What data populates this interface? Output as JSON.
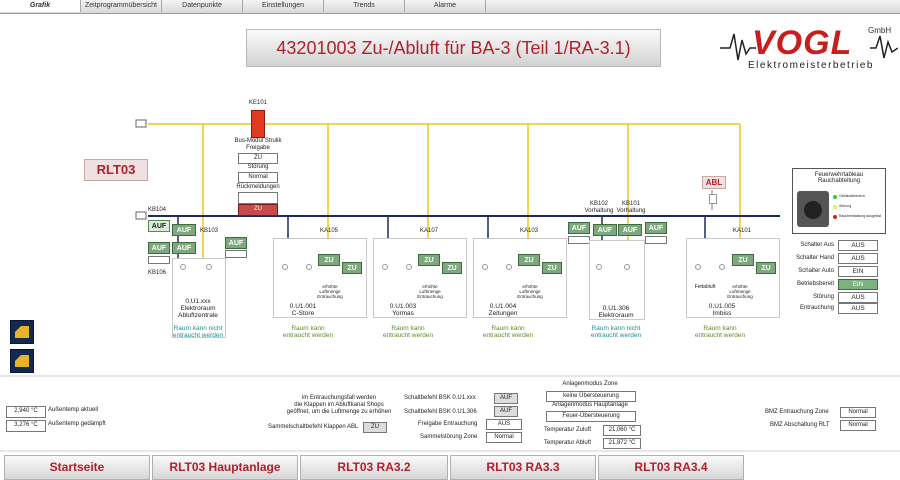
{
  "tabs": [
    "Grafik",
    "Zeitprogrammübersicht",
    "Datenpunkte",
    "Einstellungen",
    "Trends",
    "Alarme"
  ],
  "title": "43201003 Zu-/Abluft für BA-3 (Teil 1/RA-3.1)",
  "logo": {
    "name": "VOGL",
    "gmbh": "GmbH",
    "sub": "Elektromeisterbetrieb"
  },
  "rlt_label": "RLT03",
  "bus_module": {
    "id": "KE101",
    "label1": "Bus-Modul Strulik",
    "label2": "Freigabe",
    "zu": "ZU",
    "stoerung_label": "Störung",
    "stoerung_value": "Normal",
    "rueck_label": "Rückmeldungen",
    "rueck_value": "ZU"
  },
  "abl_badge": "ABL",
  "fire_panel": {
    "title1": "Feuerwehrtableau",
    "title2": "Rauchabteitung",
    "legend": [
      "Gebäudebereich",
      "Störung",
      "Rauchentlastung ausgelöst"
    ]
  },
  "status": [
    {
      "label": "Schalter Aus",
      "value": "AUS"
    },
    {
      "label": "Schalter Hand",
      "value": "AUS"
    },
    {
      "label": "Schalter Auto",
      "value": "EIN"
    },
    {
      "label": "Betriebsbereit",
      "value": "EIN"
    },
    {
      "label": "Störung",
      "value": "AUS"
    },
    {
      "label": "Entrauchung",
      "value": "AUS"
    }
  ],
  "units": [
    {
      "kb": [
        "KB104",
        "KB103",
        "KB106"
      ],
      "btns": [
        "AUF",
        "AUF",
        "AUF",
        "AUF",
        "AUF"
      ],
      "name": [
        "0.U1.xxx",
        "Elektroraum",
        "Abluftzentrale"
      ],
      "smoke": [
        "Raum kann nicht",
        "entraucht werden"
      ],
      "smoke_color": "teal"
    },
    {
      "kb": [
        "KA105"
      ],
      "btns": [
        "ZU",
        "ZU"
      ],
      "note": [
        "erhöhte",
        "Luftmenge",
        "Entrauchung"
      ],
      "name": [
        "0.U1.001",
        "C-Store"
      ],
      "smoke": [
        "Raum kann",
        "entraucht werden"
      ],
      "smoke_color": "green"
    },
    {
      "kb": [
        "KA107"
      ],
      "btns": [
        "ZU",
        "ZU"
      ],
      "note": [
        "erhöhte",
        "Luftmenge",
        "Entrauchung"
      ],
      "name": [
        "0.U1.003",
        "Yormas"
      ],
      "smoke": [
        "Raum kann",
        "entraucht werden"
      ],
      "smoke_color": "green"
    },
    {
      "kb": [
        "KA103"
      ],
      "btns": [
        "ZU",
        "ZU"
      ],
      "note": [
        "erhöhte",
        "Luftmenge",
        "Entrauchung"
      ],
      "name": [
        "0.U1.004",
        "Zeitungen"
      ],
      "smoke": [
        "Raum kann",
        "entraucht werden"
      ],
      "smoke_color": "green"
    },
    {
      "kb": [
        "KB102",
        "KB101"
      ],
      "kb_sub": [
        "Vorhaltung",
        "Vorhaltung"
      ],
      "btns": [
        "AUF",
        "AUF",
        "AUF",
        "AUF"
      ],
      "name": [
        "0.U1.306",
        "Elektroraum"
      ],
      "smoke": [
        "Raum kann nicht",
        "entraucht werden"
      ],
      "smoke_color": "teal"
    },
    {
      "kb": [
        "KA101"
      ],
      "btns": [
        "ZU",
        "ZU"
      ],
      "note": [
        "erhöhte",
        "Luftmenge",
        "Entrauchung"
      ],
      "fettabluft": "Fettabluft",
      "name": [
        "0.U1.005",
        "Imbiss"
      ],
      "smoke": [
        "Raum kann",
        "entraucht werden"
      ],
      "smoke_color": "green"
    }
  ],
  "bottom": {
    "aussentemp_value": "2,940 °C",
    "aussentemp_label": "Außentemp aktuell",
    "aussentemp_ged_value": "3,276 °C",
    "aussentemp_ged_label": "Außentemp gedämpft",
    "hint": [
      "im Entrauchungsfall werden",
      "die Klappen im Abluftkanal Shops",
      "geöffnet, um die Luftmenge zu erhöhen"
    ],
    "sammel_label": "Sammelschaltbefehl Klappen ABL",
    "sammel_value": "ZU",
    "schalt1_label": "Schaltbefehl BSK 0.U1.xxx",
    "schalt1_value": "AUF",
    "schalt2_label": "Schaltbefehl BSK 0.U1.306",
    "schalt2_value": "AUF",
    "freigabe_label": "Freigabe Entrauchung",
    "freigabe_value": "AUS",
    "sammelstoer_label": "Sammelstörung Zone",
    "sammelstoer_value": "Normal",
    "anlagenmodus_zone_label": "Anlagenmodus Zone",
    "anlagenmodus_zone_value": "keine Übersteuerung",
    "anlagenmodus_haupt_label": "Anlagenmodus Hauptanlage",
    "anlagenmodus_haupt_value": "Feuer-Übersteuerung",
    "temp_zu_label": "Temperatur Zuluft",
    "temp_zu_value": "21,060 °C",
    "temp_ab_label": "Temperatur Abluft",
    "temp_ab_value": "21,872 °C",
    "bmz_zone_label": "BMZ Entrauchung Zone",
    "bmz_zone_value": "Normal",
    "bmz_rlt_label": "BMZ Abschaltung RLT",
    "bmz_rlt_value": "Normal"
  },
  "nav": [
    "Startseite",
    "RLT03 Hauptanlage",
    "RLT03 RA3.2",
    "RLT03 RA3.3",
    "RLT03 RA3.4"
  ],
  "colors": {
    "accent": "#b21f2b",
    "green": "#7ea87e",
    "wire": "#f0c419"
  }
}
